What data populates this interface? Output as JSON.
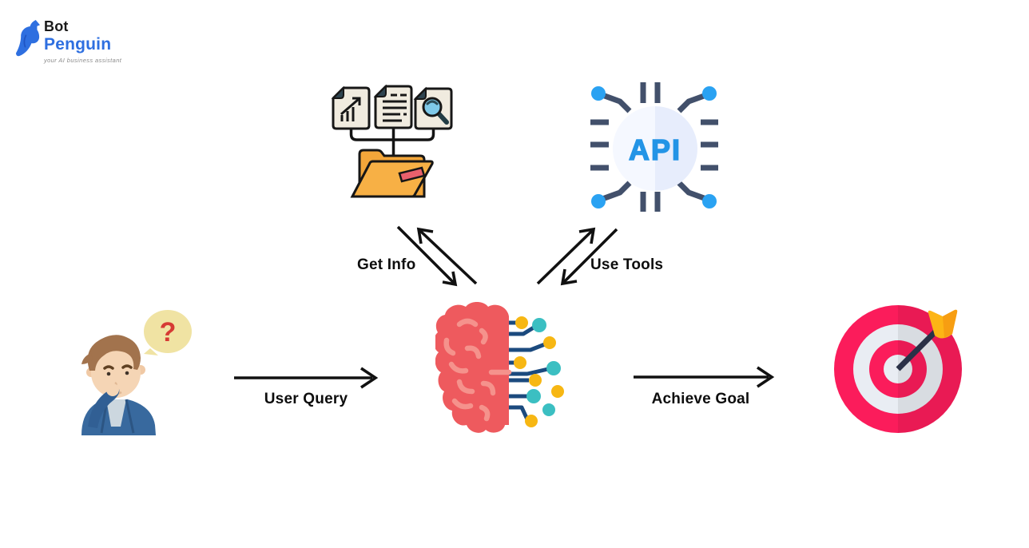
{
  "logo": {
    "bot": "Bot",
    "penguin": "Penguin",
    "tagline": "your AI business assistant",
    "icon": "penguin-icon",
    "colors": {
      "blue": "#2E6FE0",
      "black": "#1A1A1A",
      "tagline_gray": "#8B8B8B"
    }
  },
  "diagram": {
    "nodes": [
      {
        "id": "user",
        "icon": "thinking-person-icon",
        "bubble_text": "?",
        "description": "person thinking with question-mark speech bubble"
      },
      {
        "id": "agent-brain",
        "icon": "brain-circuit-icon",
        "description": "half brain, half circuit lines with dots"
      },
      {
        "id": "knowledge",
        "icon": "documents-folder-icon",
        "description": "three documents connected to an open folder"
      },
      {
        "id": "tools",
        "icon": "api-chip-icon",
        "label": "API"
      },
      {
        "id": "goal",
        "icon": "target-dart-icon",
        "description": "dartboard hit by a dart"
      }
    ],
    "edges": [
      {
        "id": "user-query",
        "from": "user",
        "to": "agent-brain",
        "label": "User Query",
        "style": "single-arrow-right"
      },
      {
        "id": "get-info",
        "from": "agent-brain",
        "to": "knowledge",
        "label": "Get Info",
        "style": "double-arrow-diagonal"
      },
      {
        "id": "use-tools",
        "from": "agent-brain",
        "to": "tools",
        "label": "Use Tools",
        "style": "double-arrow-diagonal"
      },
      {
        "id": "achieve-goal",
        "from": "agent-brain",
        "to": "goal",
        "label": "Achieve Goal",
        "style": "single-arrow-right"
      }
    ]
  },
  "colors": {
    "background": "#FFFFFF",
    "arrow": "#111111",
    "brain_red": "#EE5A5E",
    "brain_squiggle": "#F5928C",
    "circuit_navy": "#1B4A7E",
    "dot_yellow": "#F7B713",
    "dot_teal": "#3BBFC2",
    "folder_orange": "#F3A63A",
    "folder_front_orange": "#F7B045",
    "folder_label_red": "#E8606C",
    "document_cream": "#F0EBDF",
    "fold_dark": "#2E4450",
    "lens_blue": "#7FC9E9",
    "api_text_blue": "#2394E6",
    "chip_trace": "#42506B",
    "chip_dot_blue": "#2AA2F2",
    "chip_face_left": "#F5F8FF",
    "chip_face_right": "#E7EDFC",
    "target_pink": "#FB1C5B",
    "target_light": "#E9EDF3",
    "dart_shaft": "#2A3147",
    "fletching_yellow": "#FDB515",
    "bubble_yellow": "#F0E3A3",
    "question_red": "#D63A34",
    "jacket_blue": "#38699E",
    "skin": "#F5D5B5",
    "hair_brown": "#A2734D"
  }
}
